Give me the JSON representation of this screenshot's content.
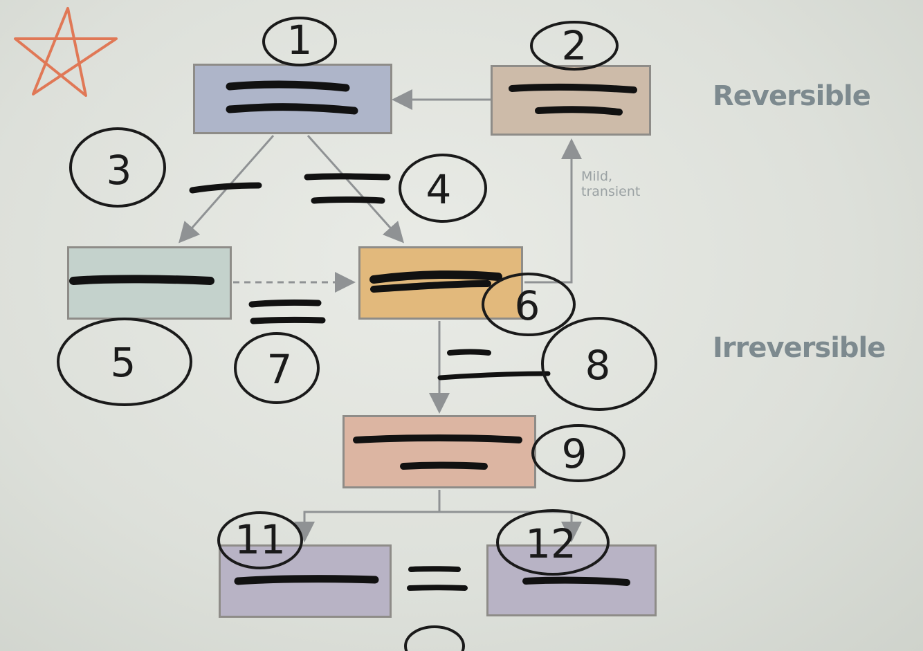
{
  "labels": {
    "reversible": "Reversible",
    "irreversible": "Irreversible",
    "mild_transient_1": "Mild,",
    "mild_transient_2": "transient"
  },
  "annotations": [
    "1",
    "2",
    "3",
    "4",
    "5",
    "6",
    "7",
    "8",
    "9",
    "11",
    "12"
  ],
  "colors": {
    "box1": "#aeb5c9",
    "box2": "#cdbba9",
    "box5": "#c4d2cc",
    "box6": "#e2b97c",
    "box9": "#dcb5a2",
    "box11": "#b8b3c5",
    "box12": "#b8b3c5",
    "arrow": "#8f9294",
    "ink": "#1a1a1a",
    "star": "#e07856"
  }
}
